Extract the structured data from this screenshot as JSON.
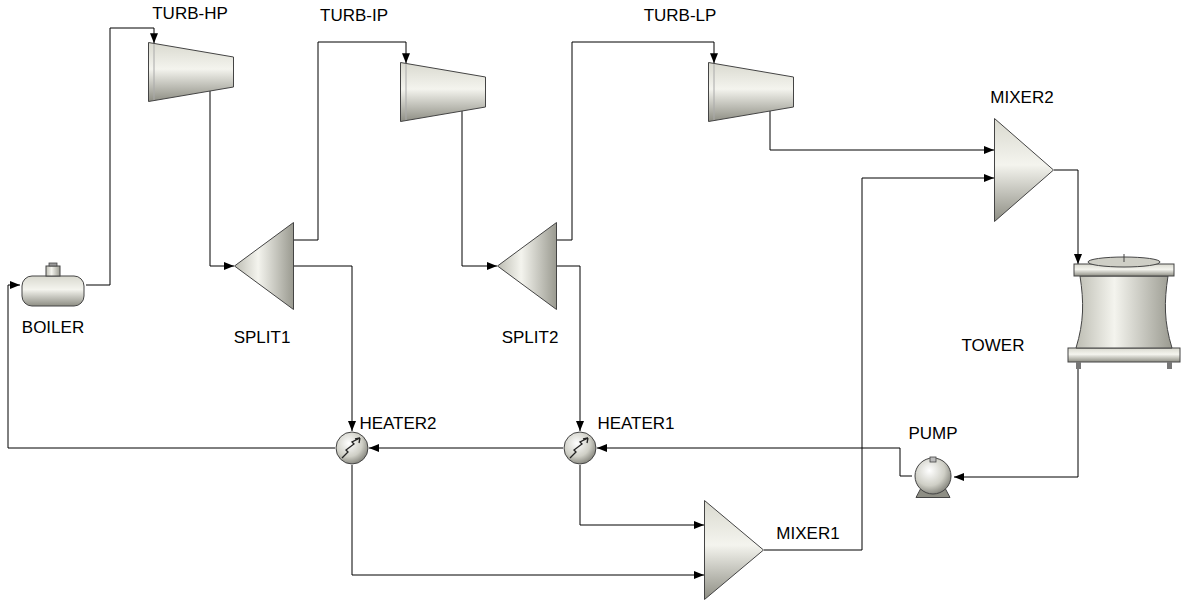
{
  "diagram": {
    "nodes": [
      {
        "text": [
          "TURB-HP"
        ]
      },
      {
        "text": [
          "TURB-IP"
        ]
      },
      {
        "text": [
          "TURB-LP"
        ]
      },
      {
        "text": [
          "MIXER2"
        ]
      },
      {
        "text": [
          "BOILER"
        ]
      },
      {
        "text": [
          "SPLIT1"
        ]
      },
      {
        "text": [
          "SPLIT2"
        ]
      },
      {
        "text": [
          "TOWER"
        ]
      },
      {
        "text": [
          "HEATER2"
        ]
      },
      {
        "text": [
          "HEATER1"
        ]
      },
      {
        "text": [
          "PUMP"
        ]
      },
      {
        "text": [
          "MIXER1"
        ]
      }
    ],
    "edges": [
      {
        "from": 4,
        "to": 0,
        "arrow": "to"
      },
      {
        "from": 0,
        "to": 5,
        "arrow": "to"
      },
      {
        "from": 5,
        "to": 1,
        "arrow": "to"
      },
      {
        "from": 5,
        "to": 8,
        "arrow": "to"
      },
      {
        "from": 1,
        "to": 6,
        "arrow": "to"
      },
      {
        "from": 6,
        "to": 2,
        "arrow": "to"
      },
      {
        "from": 6,
        "to": 9,
        "arrow": "to"
      },
      {
        "from": 2,
        "to": 3,
        "arrow": "to"
      },
      {
        "from": 11,
        "to": 3,
        "arrow": "to"
      },
      {
        "from": 3,
        "to": 7,
        "arrow": "to"
      },
      {
        "from": 7,
        "to": 10,
        "arrow": "to"
      },
      {
        "from": 10,
        "to": 9,
        "arrow": "to"
      },
      {
        "from": 9,
        "to": 8,
        "arrow": "to"
      },
      {
        "from": 8,
        "to": 4,
        "arrow": "to"
      },
      {
        "from": 9,
        "to": 11,
        "arrow": "to"
      },
      {
        "from": 8,
        "to": 11,
        "arrow": "to"
      }
    ]
  }
}
